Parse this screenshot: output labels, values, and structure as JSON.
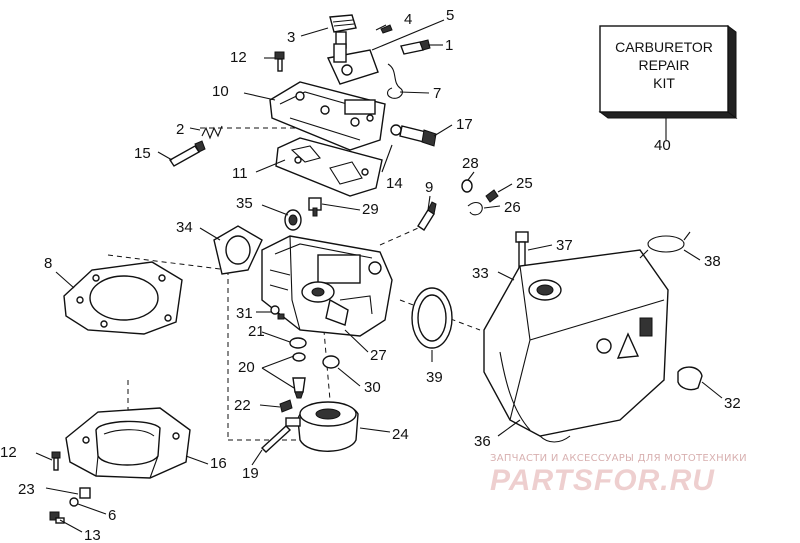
{
  "diagram": {
    "callouts": {
      "c1": "1",
      "c2": "2",
      "c3": "3",
      "c4": "4",
      "c5": "5",
      "c6": "6",
      "c7": "7",
      "c8": "8",
      "c9": "9",
      "c10": "10",
      "c11": "11",
      "c12a": "12",
      "c12b": "12",
      "c13": "13",
      "c14": "14",
      "c15": "15",
      "c16": "16",
      "c17": "17",
      "c19": "19",
      "c20": "20",
      "c21": "21",
      "c22": "22",
      "c23": "23",
      "c24": "24",
      "c25": "25",
      "c26": "26",
      "c27": "27",
      "c28": "28",
      "c29": "29",
      "c30": "30",
      "c31": "31",
      "c32": "32",
      "c33": "33",
      "c34": "34",
      "c35": "35",
      "c36": "36",
      "c37": "37",
      "c38": "38",
      "c39": "39",
      "c40": "40"
    },
    "kit_box": {
      "line1": "CARBURETOR",
      "line2": "REPAIR",
      "line3": "KIT"
    }
  },
  "watermark": {
    "tagline": "ЗАПЧАСТИ И АКСЕССУАРЫ ДЛЯ МОТОТЕХНИКИ",
    "brand": "PARTSFOR.RU"
  },
  "colors": {
    "ink": "#111111",
    "paper": "#ffffff",
    "watermark": "#e8c4c4"
  }
}
